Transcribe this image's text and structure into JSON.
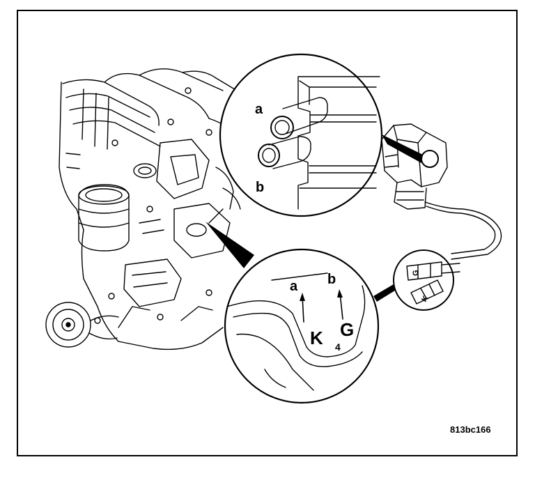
{
  "figure": {
    "id": "813bc166"
  },
  "callout_top": {
    "label_a": "a",
    "label_b": "b"
  },
  "callout_bottom": {
    "label_a": "a",
    "label_b": "b",
    "letter_k": "K",
    "letter_g": "G",
    "number": "4"
  },
  "callout_small": {
    "letter_g": "G",
    "letter_k": "K"
  },
  "colors": {
    "line": "#000000",
    "background": "#ffffff"
  }
}
